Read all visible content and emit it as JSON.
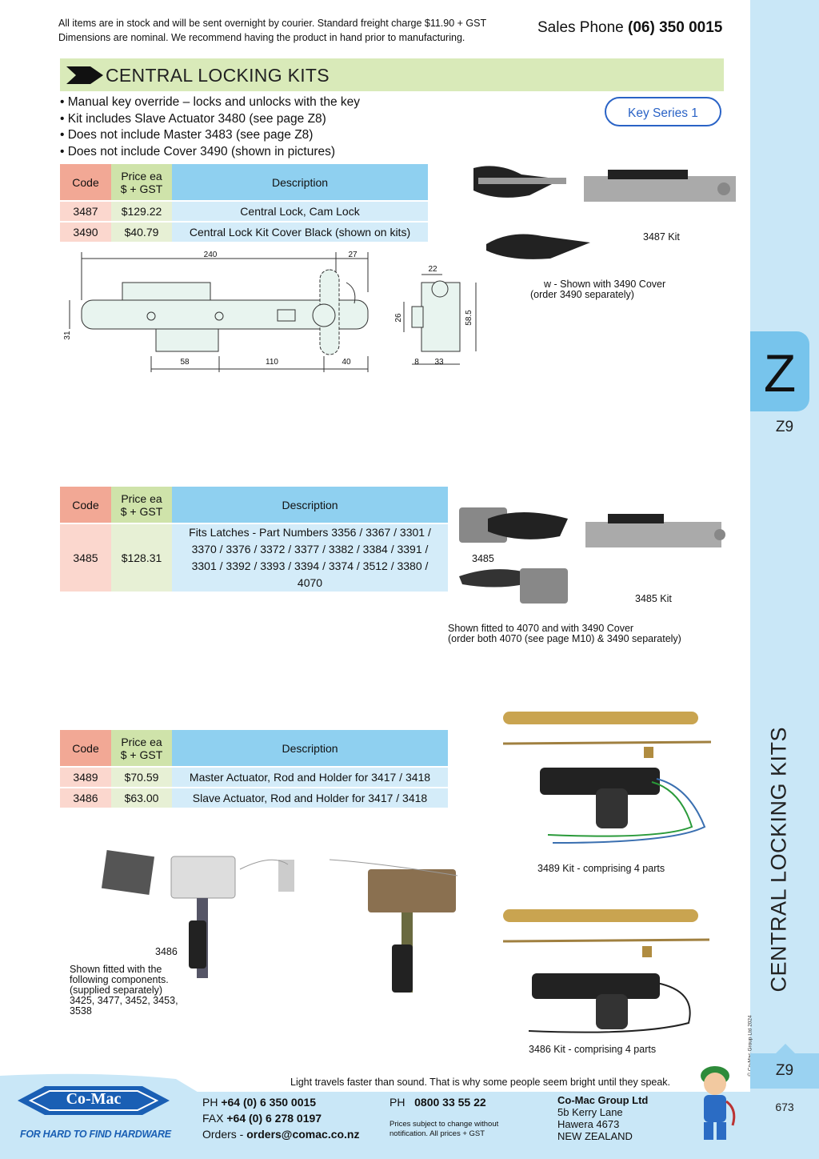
{
  "header": {
    "notice_line1": "All items are in stock and will be sent overnight by courier. Standard freight charge $11.90 + GST",
    "notice_line2": "Dimensions are nominal. We recommend having the product in hand prior to manufacturing.",
    "sales_label": "Sales Phone",
    "sales_phone": "(06) 350 0015"
  },
  "section": {
    "title": "CENTRAL LOCKING KITS",
    "key_series": "Key Series 1",
    "bullets": [
      "Manual key override – locks and unlocks with the key",
      "Kit includes Slave Actuator 3480 (see page Z8)",
      "Does not include Master 3483 (see page Z8)",
      "Does not include Cover 3490 (shown in pictures)"
    ]
  },
  "table_headers": {
    "code": "Code",
    "price_line1": "Price ea",
    "price_line2": "$ + GST",
    "description": "Description"
  },
  "table1": [
    {
      "code": "3487",
      "price": "$129.22",
      "desc": "Central Lock, Cam Lock"
    },
    {
      "code": "3490",
      "price": "$40.79",
      "desc": "Central Lock Kit Cover Black (shown on kits)"
    }
  ],
  "table2": [
    {
      "code": "3485",
      "price": "$128.31",
      "desc_lines": [
        "Fits Latches - Part Numbers 3356 / 3367 / 3301 /",
        "3370 / 3376 / 3372 / 3377 / 3382 / 3384 / 3391 /",
        "3301 / 3392 / 3393 / 3394 / 3374 / 3512 / 3380 /",
        "4070"
      ]
    }
  ],
  "table3": [
    {
      "code": "3489",
      "price": "$70.59",
      "desc": "Master Actuator, Rod and Holder for 3417 / 3418"
    },
    {
      "code": "3486",
      "price": "$63.00",
      "desc": "Slave Actuator, Rod and Holder for 3417 / 3418"
    }
  ],
  "drawing": {
    "dim_240": "240",
    "dim_27": "27",
    "dim_31": "31",
    "dim_58": "58",
    "dim_110": "110",
    "dim_40": "40",
    "dim_22": "22",
    "dim_26": "26",
    "dim_58_5": "58.5",
    "dim_8": "8",
    "dim_33": "33"
  },
  "captions": {
    "kit_3487": "3487 Kit",
    "cover_line1": "w - Shown with 3490 Cover",
    "cover_line2": "(order 3490 separately)",
    "label_3485": "3485",
    "kit_3485": "3485 Kit",
    "fitted_line1": "Shown fitted to 4070 and with 3490 Cover",
    "fitted_line2": "(order both 4070 (see page M10) & 3490 separately)",
    "kit_3489": "3489 Kit - comprising 4 parts",
    "label_3486": "3486",
    "components": [
      "Shown fitted with the",
      "following components.",
      "(supplied separately)",
      "3425, 3477, 3452, 3453,",
      "3538"
    ],
    "kit_3486": "3486 Kit - comprising 4 parts"
  },
  "sidebar": {
    "letter": "Z",
    "page_code": "Z9",
    "vertical_title": "CENTRAL LOCKING KITS",
    "copyright": "© Co-Mac Group Ltd 2024",
    "page_code_bottom": "Z9",
    "page_number": "673"
  },
  "footer": {
    "quote": "Light travels faster than sound. That is why some people seem bright until they speak.",
    "logo_text": "Co-Mac",
    "tagline": "FOR HARD TO FIND HARDWARE",
    "ph_label": "PH",
    "ph": "+64 (0) 6 350 0015",
    "fax_label": "FAX",
    "fax": "+64 (0) 6 278 0197",
    "orders_label": "Orders -",
    "orders": "orders@comac.co.nz",
    "ph2_label": "PH",
    "ph2": "0800 33 55 22",
    "prices_line1": "Prices subject to change without",
    "prices_line2": "notification. All prices + GST",
    "company": "Co-Mac Group Ltd",
    "addr1": "5b Kerry Lane",
    "addr2": "Hawera 4673",
    "addr3": "NEW ZEALAND"
  },
  "colors": {
    "banner": "#d9eab9",
    "code_header": "#f2a895",
    "price_header": "#cfe3aa",
    "desc_header": "#8fd0f0",
    "sidebar": "#c9e7f7",
    "brand_blue": "#1a5fb4"
  }
}
